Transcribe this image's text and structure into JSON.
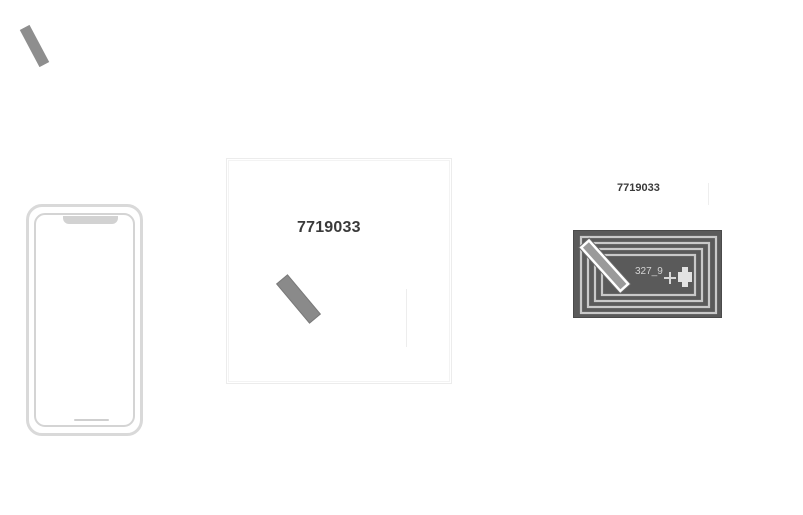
{
  "card": {
    "code": "7719033"
  },
  "nfc_tag": {
    "code": "7719033",
    "chip_label": "327_9"
  },
  "colors": {
    "tag_gray": "#8e8e8e",
    "phone_outline": "#d9d9d9",
    "nfc_dark": "#5a5a5a",
    "nfc_trace": "#c8c8c8"
  }
}
